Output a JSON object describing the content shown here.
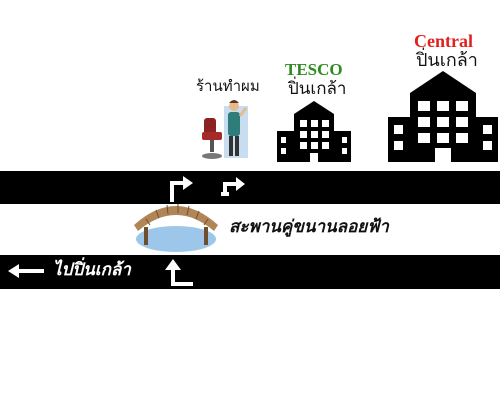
{
  "landmarks": {
    "barber": {
      "label": "ร้านทำผม"
    },
    "tesco": {
      "brand": "TESCO",
      "sublabel": "ปิ่นเกล้า",
      "brand_color": "#2e8b1f"
    },
    "central": {
      "brand": "Central",
      "sublabel": "ปิ่นเกล้า",
      "brand_color": "#e0211d"
    }
  },
  "bridge": {
    "label": "สะพานคู่ขนานลอยฟ้า"
  },
  "direction": {
    "label": "ไปปิ่นเกล้า",
    "icon": "arrow-left-icon"
  },
  "icons": [
    "barber-chair-icon",
    "barber-icon",
    "building-icon",
    "bridge-icon",
    "turn-right-arrow-icon",
    "up-arrow-icon",
    "arrow-left-icon"
  ],
  "colors": {
    "road": "#000000",
    "background": "#ffffff",
    "water": "#9cc7ea",
    "bridge_wood": "#b08659",
    "barber_panel": "#c9ddf0"
  }
}
